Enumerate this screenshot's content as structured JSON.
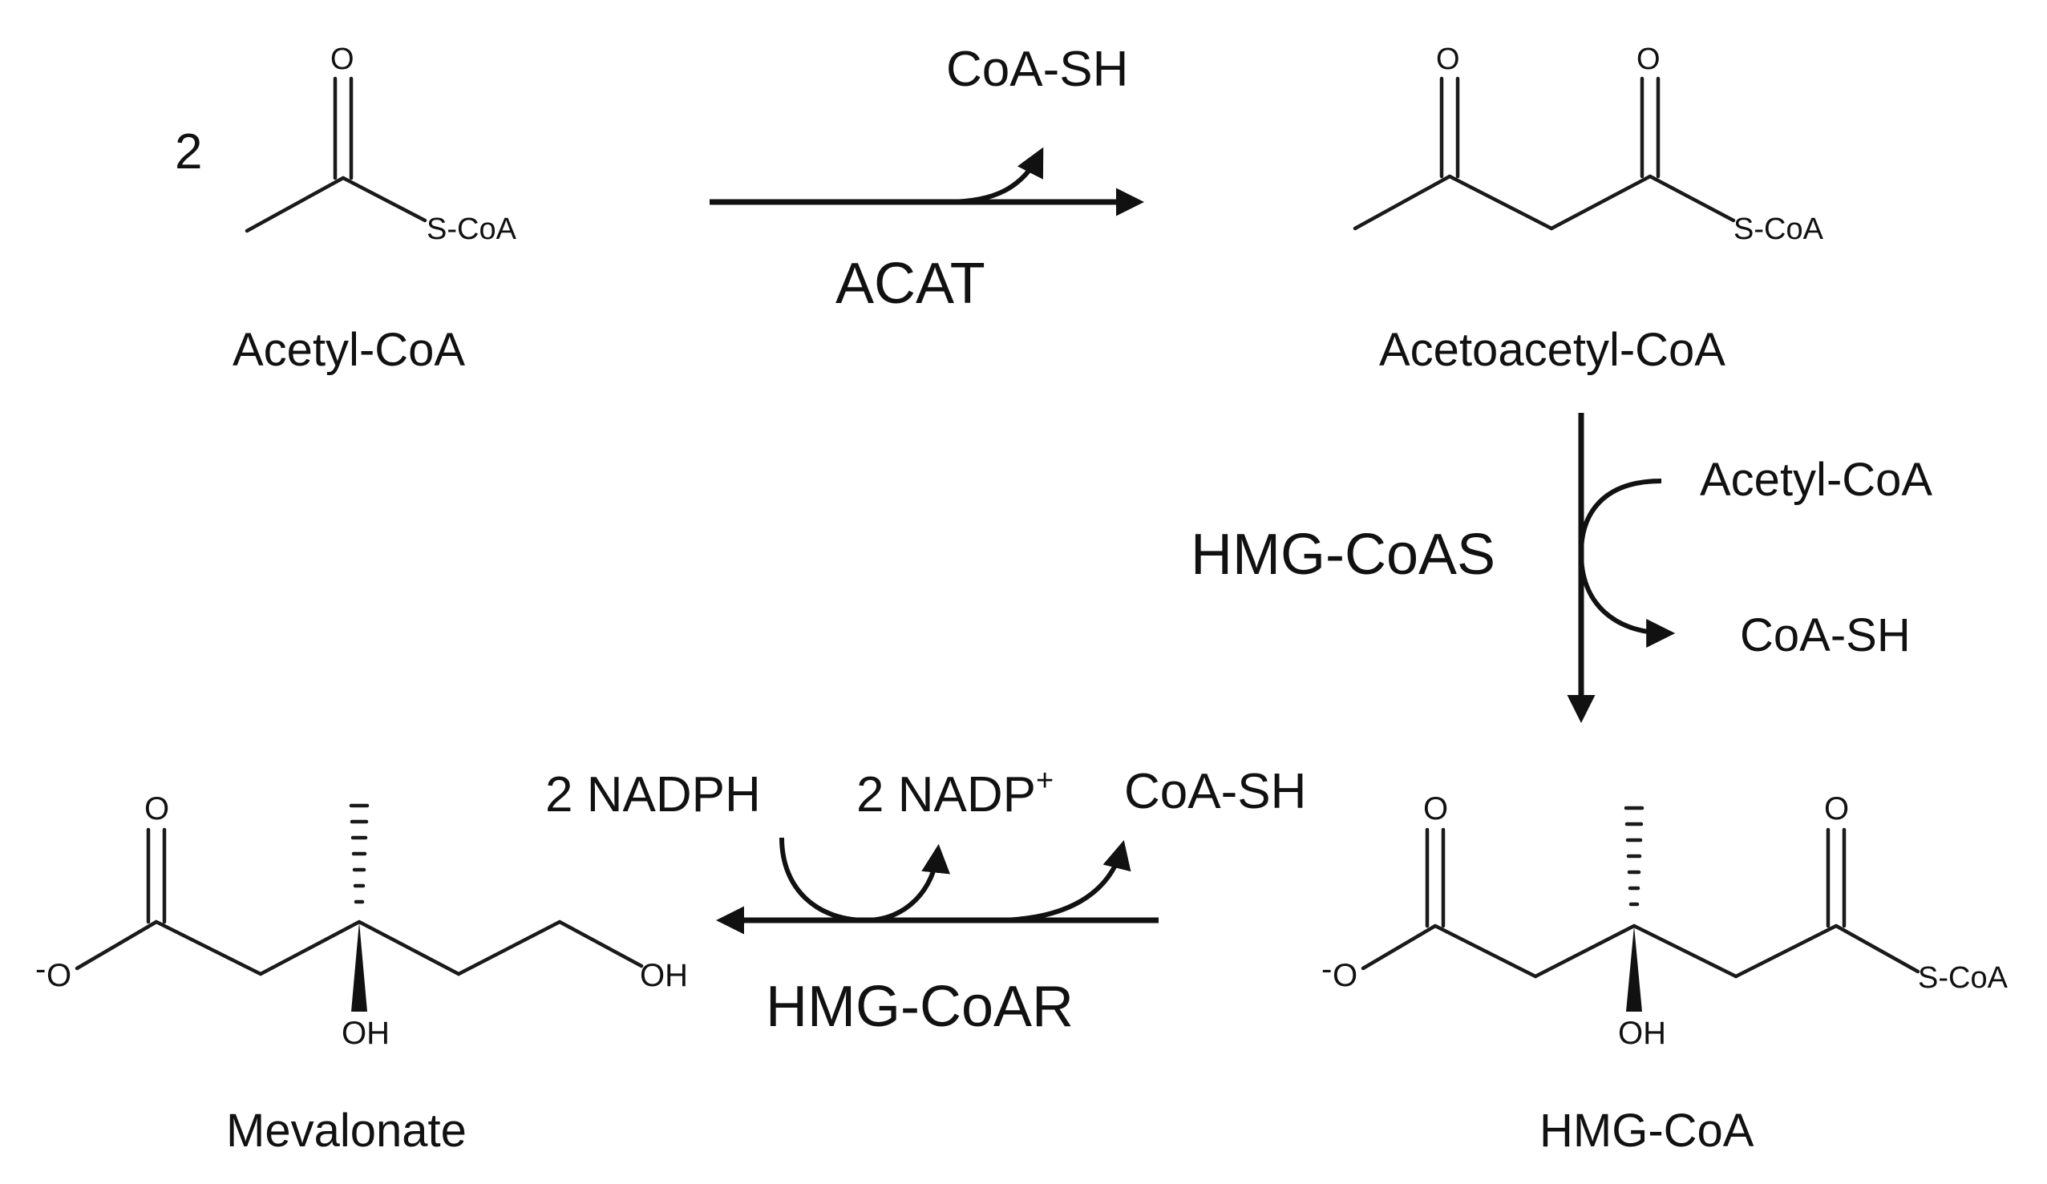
{
  "diagram": {
    "acetyl_coa_section": {
      "coefficient": "2",
      "name": "Acetyl-CoA",
      "atoms": {
        "carbonyl_o": "O",
        "thioester": "S-CoA"
      }
    },
    "step1": {
      "enzyme": "ACAT",
      "byproduct": "CoA-SH"
    },
    "acetoacetyl_coa_section": {
      "name": "Acetoacetyl-CoA",
      "atoms": {
        "ketone_o": "O",
        "thioester_o": "O",
        "thioester": "S-CoA"
      }
    },
    "step2": {
      "enzyme": "HMG-CoAS",
      "input": "Acetyl-CoA",
      "byproduct": "CoA-SH"
    },
    "hmg_coa_section": {
      "name": "HMG-CoA",
      "atoms": {
        "carboxyl_o": "O",
        "carboxylate_o": "O",
        "charge": "-",
        "hydroxyl": "OH",
        "thioester_o": "O",
        "thioester": "S-CoA"
      }
    },
    "step3": {
      "enzyme": "HMG-CoAR",
      "cofactor_in": "2 NADPH",
      "cofactor_out": "2 NADP",
      "cofactor_out_charge": "+",
      "byproduct": "CoA-SH"
    },
    "mevalonate_section": {
      "name": "Mevalonate",
      "atoms": {
        "carboxyl_o": "O",
        "carboxylate_o": "O",
        "charge": "-",
        "hydroxyl": "OH",
        "terminal_oh": "OH"
      }
    }
  }
}
